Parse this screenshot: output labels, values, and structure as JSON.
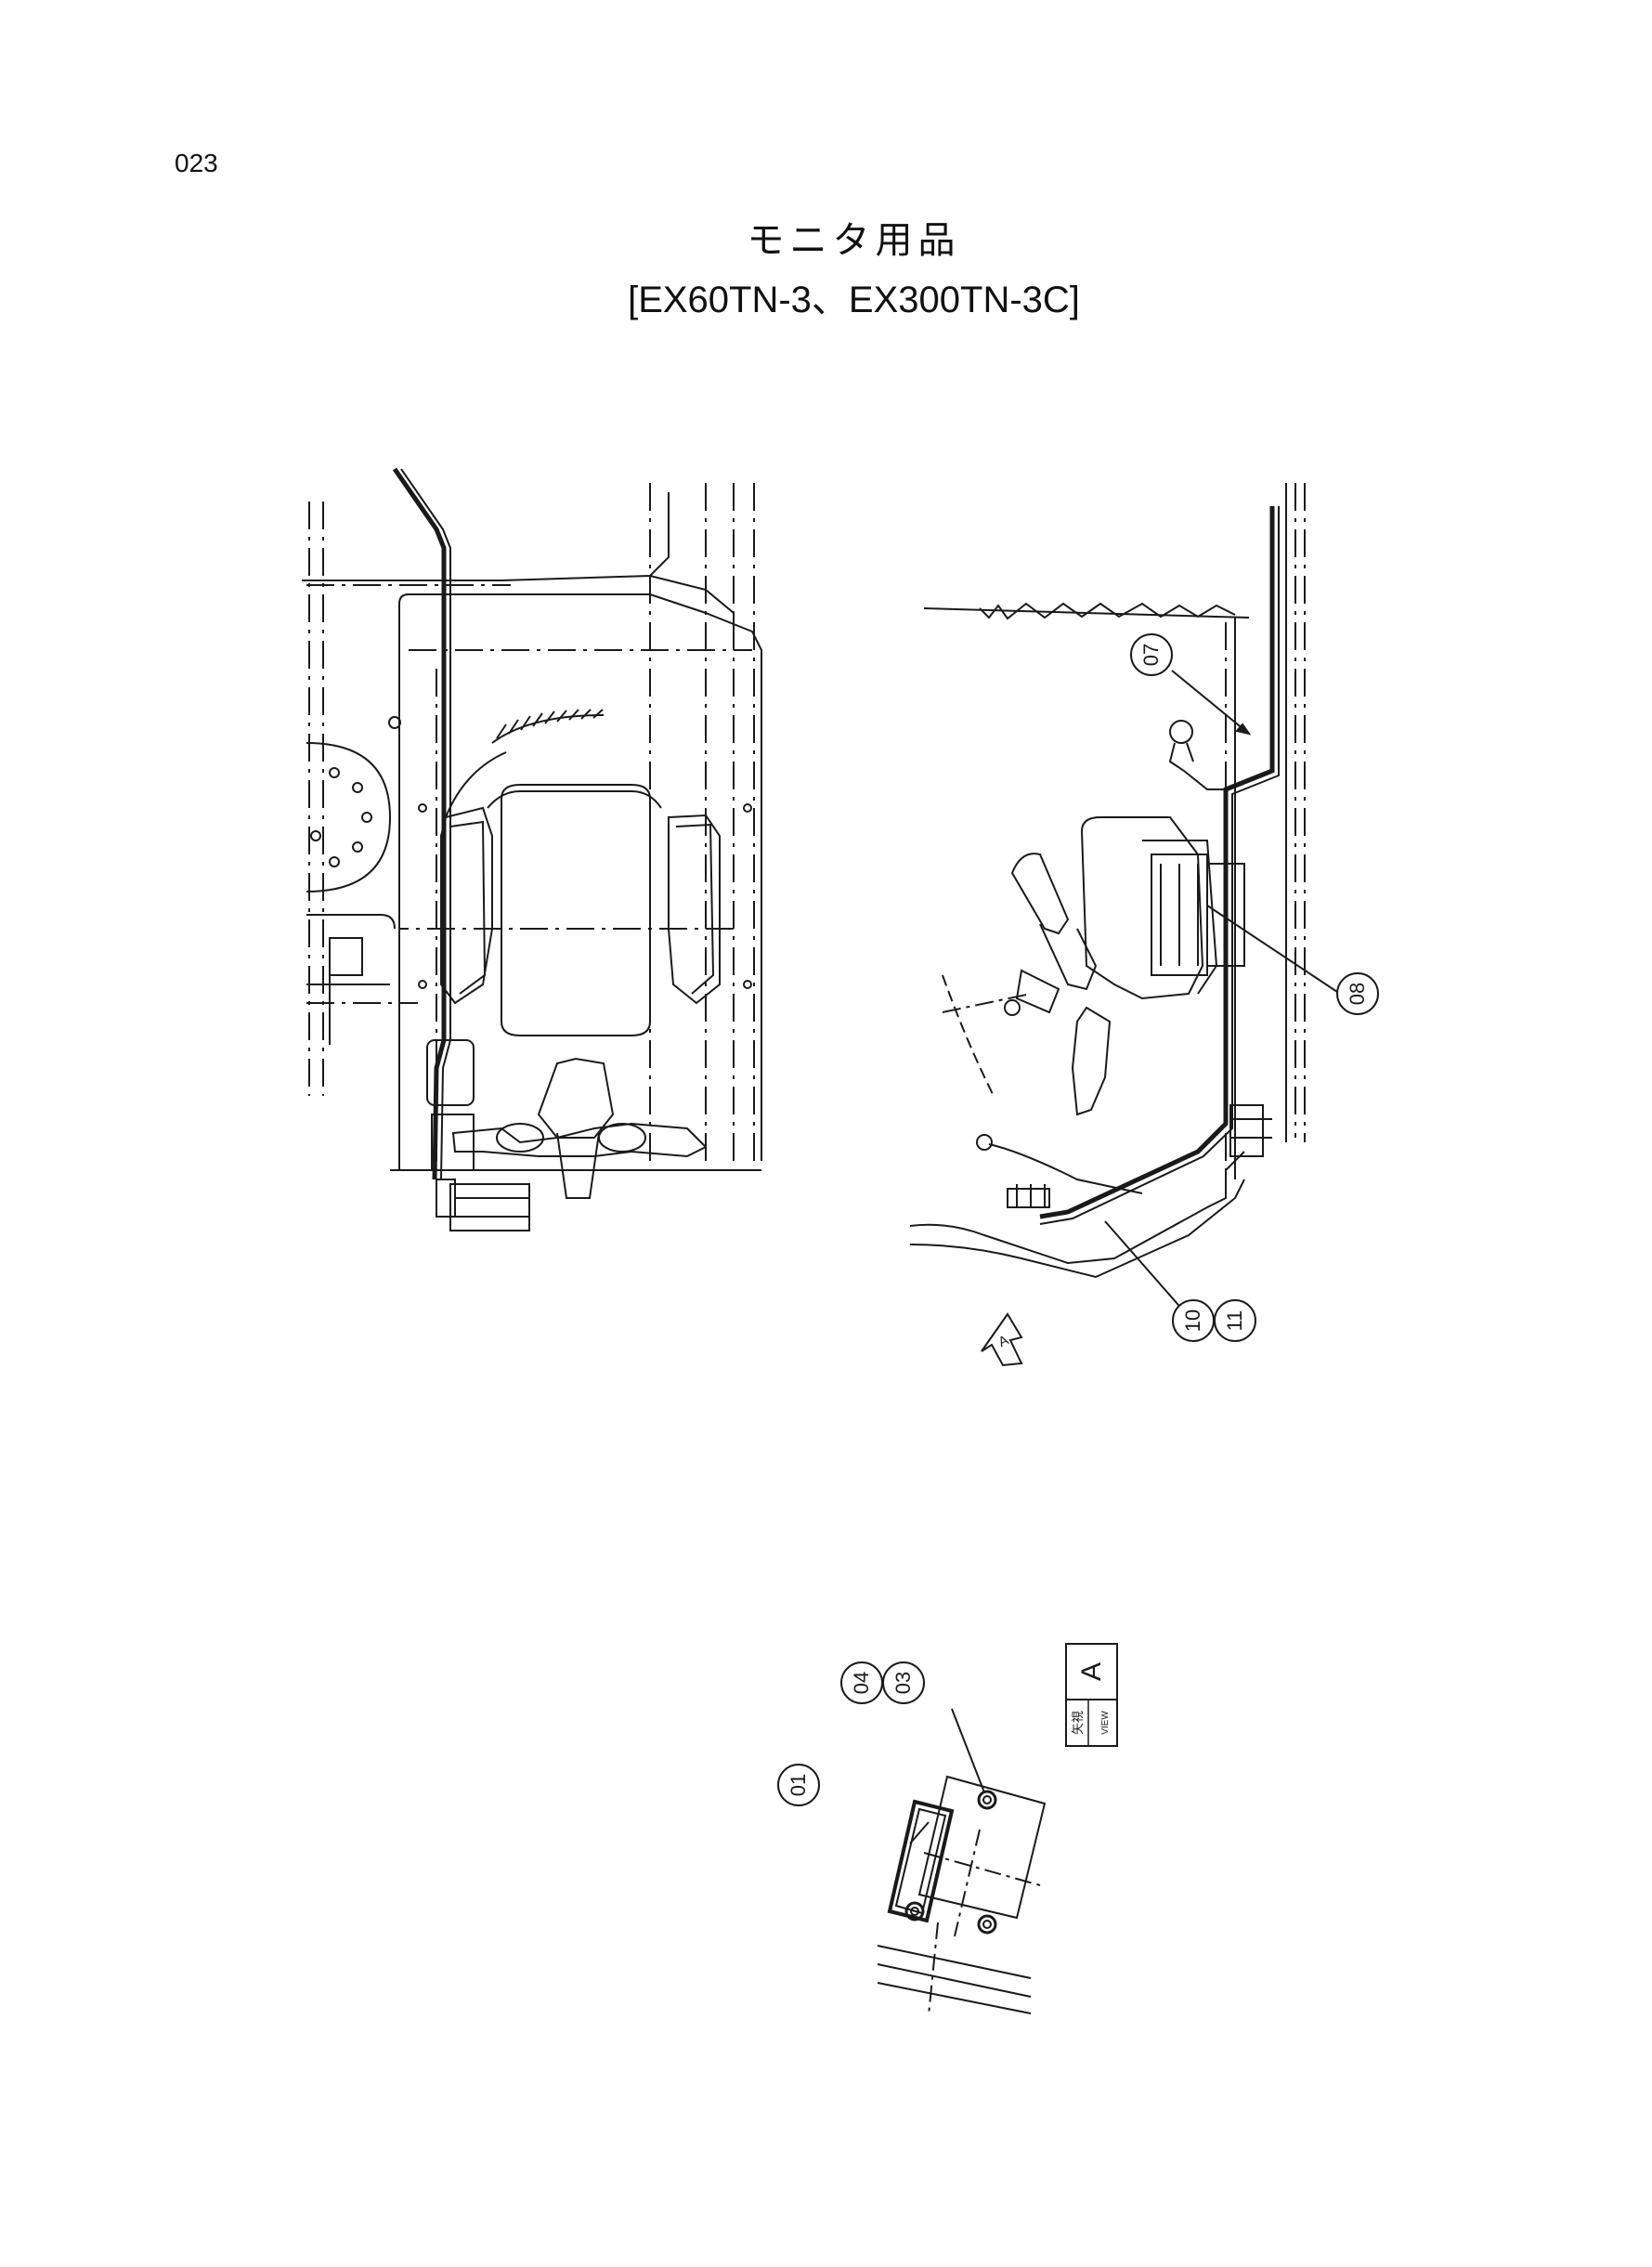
{
  "page": {
    "number": "023",
    "title": "モニタ用品",
    "models": "[EX60TN-3、EX300TN-3C]"
  },
  "callouts": {
    "c07": "07",
    "c08": "08",
    "c10": "10",
    "c11": "11",
    "c04": "04",
    "c03": "03",
    "c01": "01"
  },
  "view_marker": {
    "arrow_letter": "A",
    "box_letter": "A",
    "box_jp": "矢視",
    "box_en": "VIEW"
  },
  "colors": {
    "ink": "#1a1a1a",
    "paper": "#ffffff"
  }
}
